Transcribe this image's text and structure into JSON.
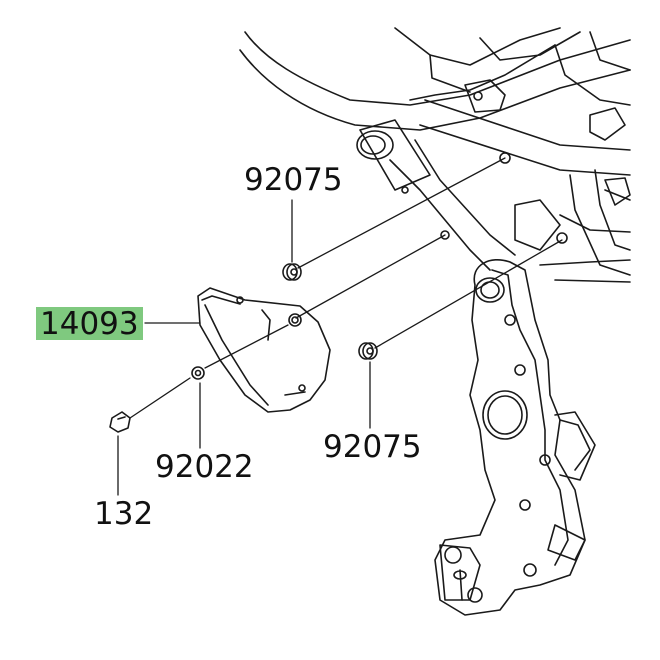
{
  "diagram": {
    "highlight_color": "#7fc97f",
    "line_color": "#1a1a1a",
    "part_labels": {
      "washer_top": "92075",
      "cover": "14093",
      "collar": "92022",
      "washer_bottom": "92075",
      "bolt": "132"
    }
  }
}
